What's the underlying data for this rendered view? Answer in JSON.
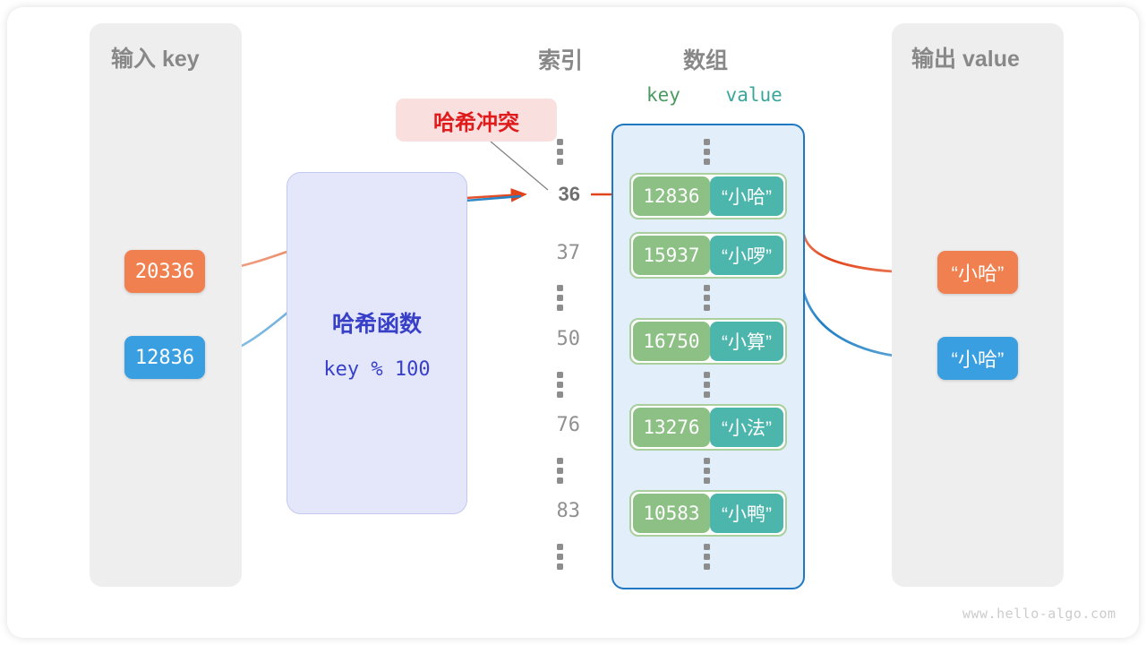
{
  "diagram": {
    "title_input": "输入 key",
    "title_output": "输出 value",
    "header_index": "索引",
    "header_array": "数组",
    "header_key": "key",
    "header_value": "value",
    "collision_label": "哈希冲突",
    "hash_function_title": "哈希函数",
    "hash_function_expr": "key % 100",
    "watermark": "www.hello-algo.com"
  },
  "inputs": [
    {
      "value": "20336",
      "color": "#f08050"
    },
    {
      "value": "12836",
      "color": "#3a9fe0"
    }
  ],
  "outputs": [
    {
      "value": "“小哈”",
      "color": "#f08050"
    },
    {
      "value": "“小哈”",
      "color": "#3a9fe0"
    }
  ],
  "index_column": [
    {
      "type": "dots"
    },
    {
      "type": "index",
      "label": "36",
      "highlight": true
    },
    {
      "type": "index",
      "label": "37",
      "highlight": false
    },
    {
      "type": "dots"
    },
    {
      "type": "index",
      "label": "50",
      "highlight": false
    },
    {
      "type": "dots"
    },
    {
      "type": "index",
      "label": "76",
      "highlight": false
    },
    {
      "type": "dots"
    },
    {
      "type": "index",
      "label": "83",
      "highlight": false
    },
    {
      "type": "dots"
    }
  ],
  "array_rows": [
    {
      "type": "dots"
    },
    {
      "type": "cell",
      "key": "12836",
      "value": "“小哈”"
    },
    {
      "type": "cell",
      "key": "15937",
      "value": "“小啰”"
    },
    {
      "type": "dots"
    },
    {
      "type": "cell",
      "key": "16750",
      "value": "“小算”"
    },
    {
      "type": "dots"
    },
    {
      "type": "cell",
      "key": "13276",
      "value": "“小法”"
    },
    {
      "type": "dots"
    },
    {
      "type": "cell",
      "key": "10583",
      "value": "“小鸭”"
    },
    {
      "type": "dots"
    }
  ],
  "colors": {
    "orange": "#e1441a",
    "blue": "#1f7fc4",
    "green_key": "#8cc084",
    "teal_value": "#4cb6ac",
    "array_border": "#2077c2",
    "array_fill": "#e2effa",
    "hash_fill": "#e4e7fa",
    "collision_red": "#e01b1b",
    "panel_gray": "#eeeeee"
  }
}
